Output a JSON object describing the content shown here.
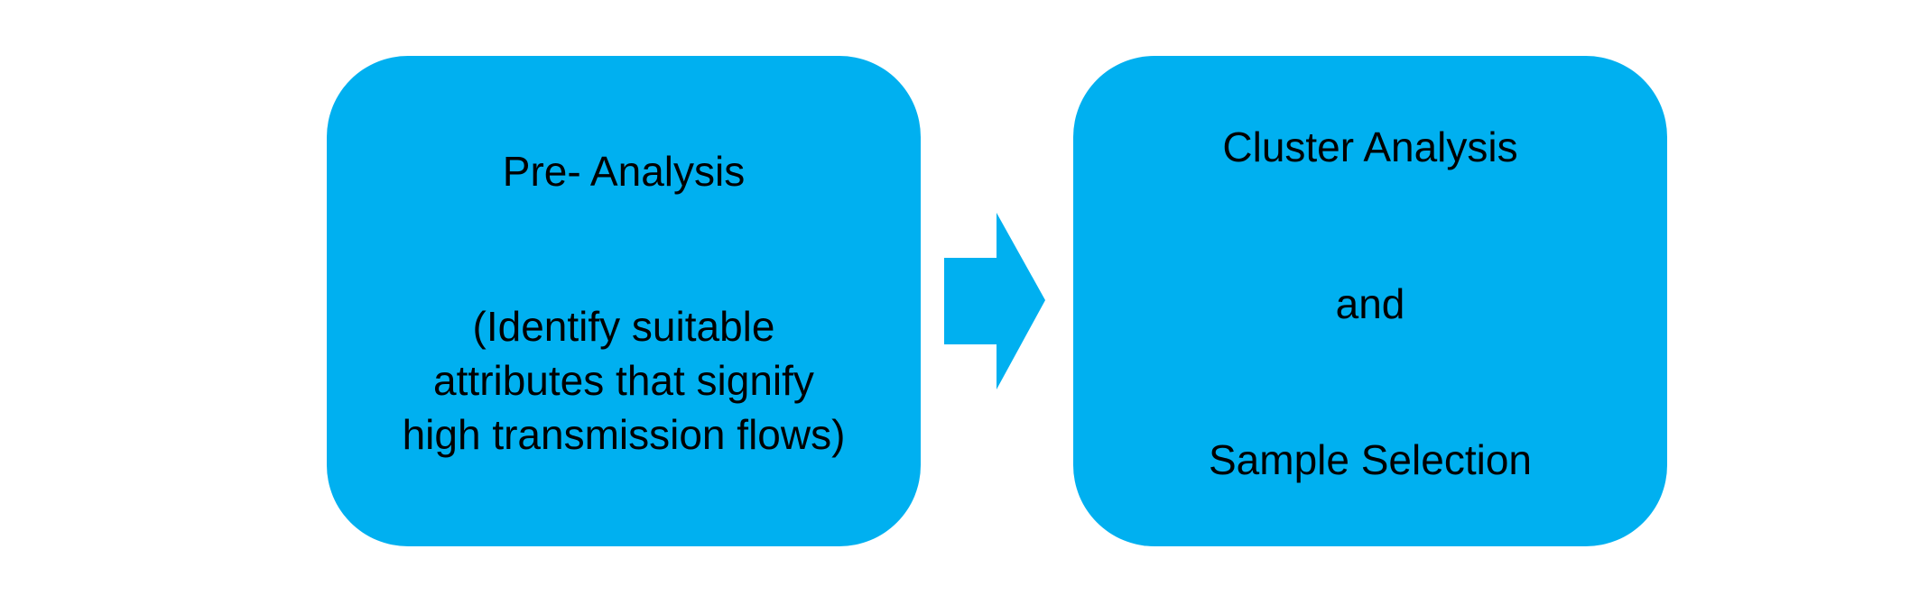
{
  "colors": {
    "box_fill": "#00B0F0",
    "arrow_fill": "#00B0F0",
    "text": "#000000"
  },
  "steps": [
    {
      "title": "Pre- Analysis",
      "description_lines": [
        "(Identify suitable",
        "attributes that signify",
        "high transmission flows)"
      ]
    },
    {
      "lines": [
        "Cluster Analysis",
        "and",
        "Sample Selection"
      ]
    }
  ],
  "connector": {
    "icon": "right-arrow-icon"
  }
}
